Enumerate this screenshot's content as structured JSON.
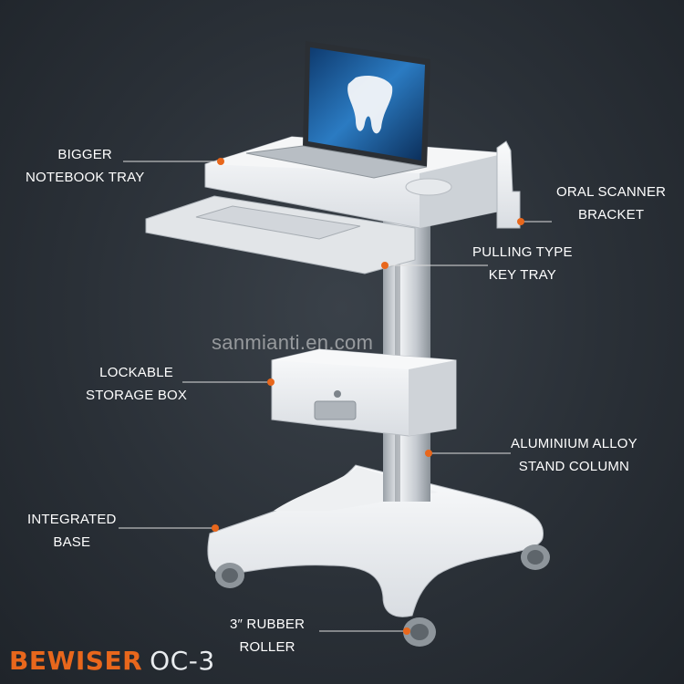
{
  "labels": {
    "notebook_tray": [
      "BIGGER",
      "NOTEBOOK TRAY"
    ],
    "oral_scanner": [
      "ORAL SCANNER",
      "BRACKET"
    ],
    "key_tray": [
      "PULLING TYPE",
      "KEY TRAY"
    ],
    "storage_box": [
      "LOCKABLE",
      "STORAGE BOX"
    ],
    "stand_column": [
      "ALUMINIUM ALLOY",
      "STAND COLUMN"
    ],
    "base": [
      "INTEGRATED",
      "BASE"
    ],
    "roller": [
      "3″ RUBBER",
      "ROLLER"
    ]
  },
  "watermark": "sanmianti.en.com",
  "brand": {
    "name": "BEWISER",
    "model": "OC-3"
  },
  "colors": {
    "accent": "#e8671c",
    "background": "#2d333a"
  }
}
